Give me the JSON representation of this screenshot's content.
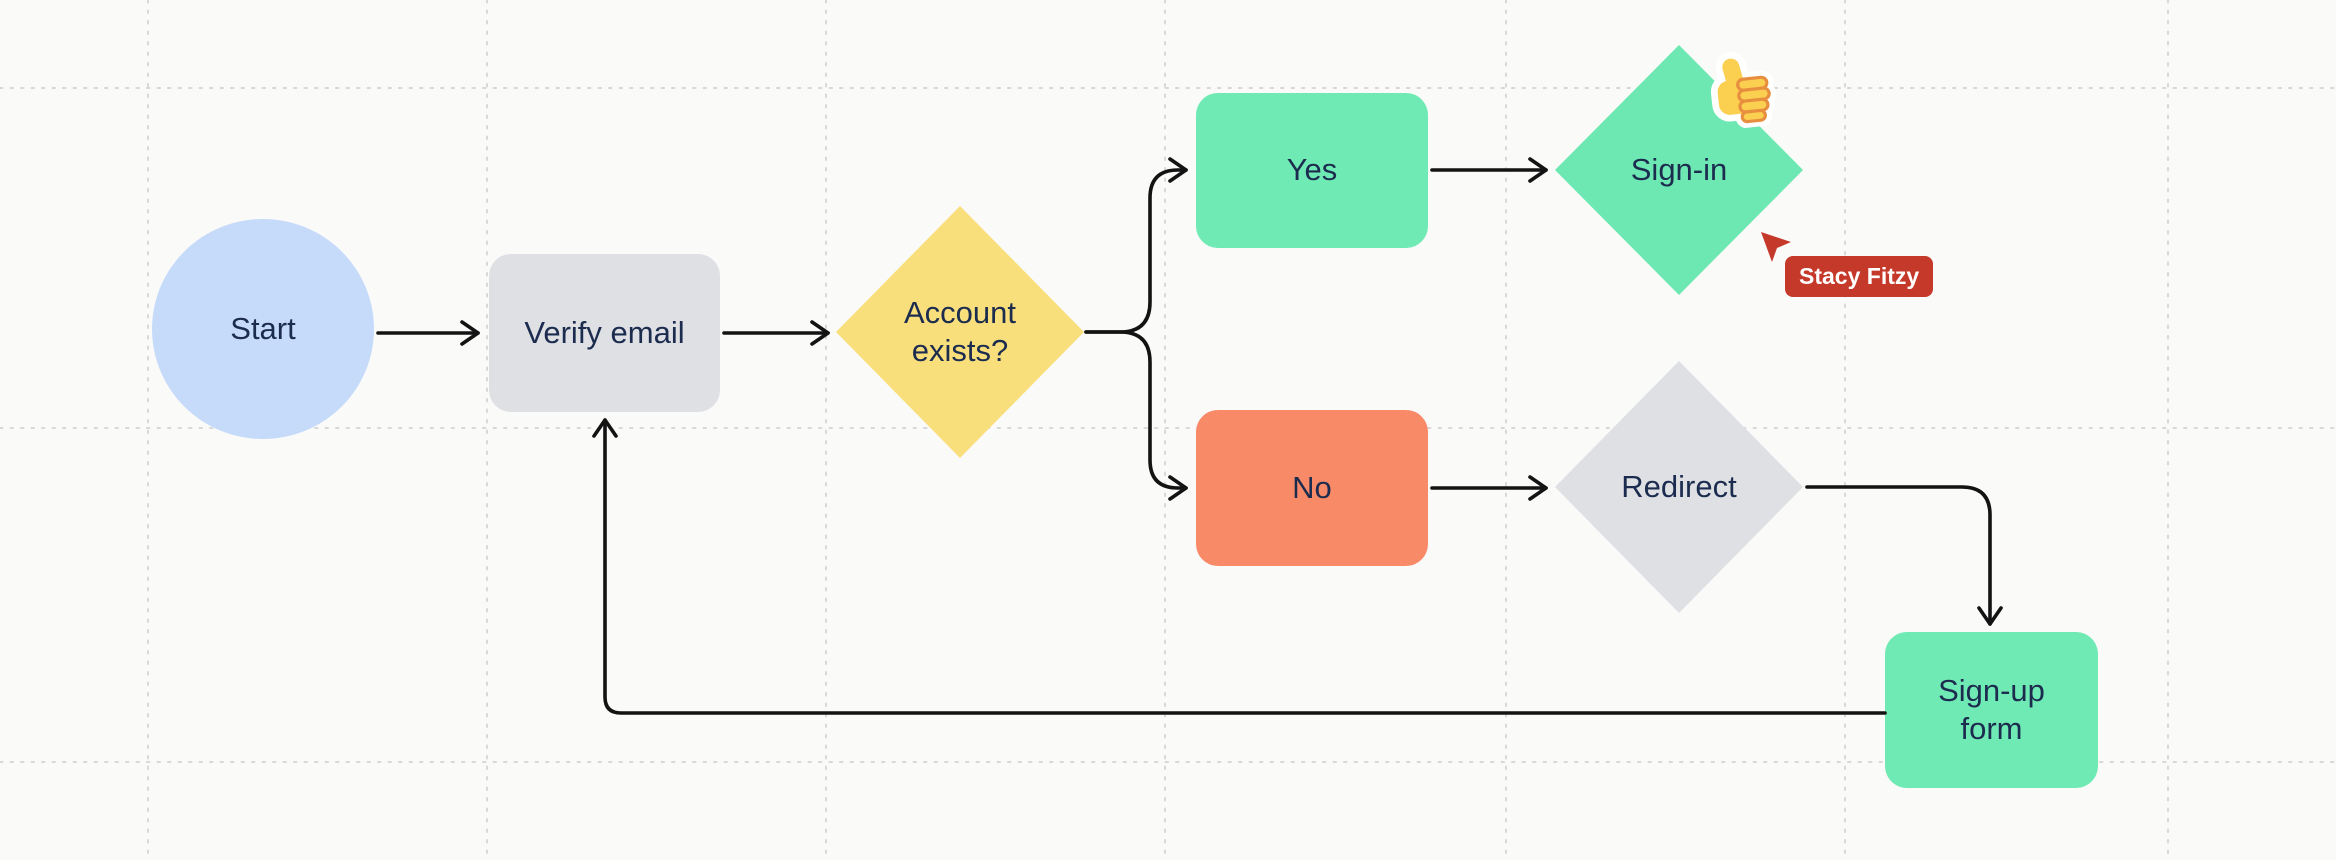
{
  "canvas": {
    "background_color": "#fafaf9",
    "grid_color": "#d8d8d6",
    "connector_color": "#131313",
    "node_text_color": "#1c2c4f"
  },
  "nodes": [
    {
      "id": "start",
      "label": "Start",
      "shape": "ellipse",
      "color": "#c6dbfa"
    },
    {
      "id": "verify-email",
      "label": "Verify email",
      "shape": "rectangle",
      "color": "#dee0e4"
    },
    {
      "id": "account-exists",
      "label": "Account exists?",
      "shape": "diamond",
      "color": "#f9df7c"
    },
    {
      "id": "yes",
      "label": "Yes",
      "shape": "rectangle",
      "color": "#70eab4"
    },
    {
      "id": "no",
      "label": "No",
      "shape": "rectangle",
      "color": "#f98a68"
    },
    {
      "id": "sign-in",
      "label": "Sign-in",
      "shape": "diamond",
      "color": "#6ee8b2"
    },
    {
      "id": "redirect",
      "label": "Redirect",
      "shape": "diamond",
      "color": "#dee0e4"
    },
    {
      "id": "sign-up-form",
      "label": "Sign-up form",
      "shape": "rectangle",
      "color": "#70eab4"
    }
  ],
  "edges": [
    {
      "from": "start",
      "to": "verify-email"
    },
    {
      "from": "verify-email",
      "to": "account-exists"
    },
    {
      "from": "account-exists",
      "to": "yes"
    },
    {
      "from": "account-exists",
      "to": "no"
    },
    {
      "from": "yes",
      "to": "sign-in"
    },
    {
      "from": "no",
      "to": "redirect"
    },
    {
      "from": "redirect",
      "to": "sign-up-form"
    },
    {
      "from": "sign-up-form",
      "to": "verify-email"
    }
  ],
  "collaborator": {
    "name": "Stacy Fitzy",
    "cursor_color": "#c5392a"
  },
  "reaction": {
    "emoji": "thumbs-up",
    "attached_to": "sign-in"
  }
}
